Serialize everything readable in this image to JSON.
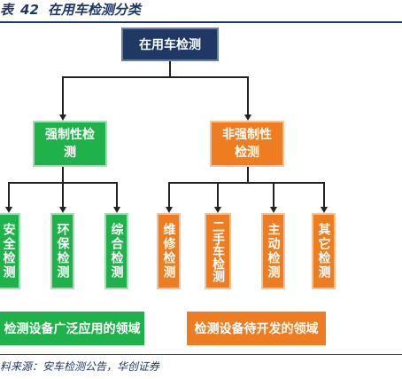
{
  "title": {
    "label": "表",
    "number": "42",
    "text": "在用车检测分类"
  },
  "diagram": {
    "root": "在用车检测",
    "left_branch": {
      "label": "强制性检测",
      "color": "#1fb24a",
      "children": [
        "安全检测",
        "环保检测",
        "综合检测"
      ],
      "banner": "检测设备广泛应用的领域"
    },
    "right_branch": {
      "label": "非强制性检测",
      "color": "#ee7d22",
      "children": [
        "维修检测",
        "二手车检测",
        "主动检测",
        "其它检测"
      ],
      "banner": "检测设备待开发的领域"
    },
    "root_color": "#1f3864"
  },
  "source": "料来源：安车检测公告，华创证券"
}
